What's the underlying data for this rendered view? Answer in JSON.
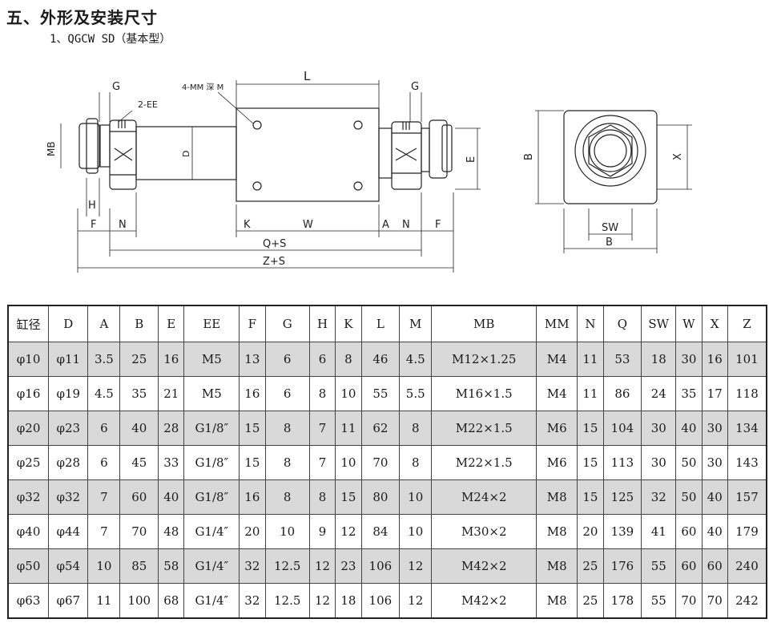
{
  "page": {
    "title": "五、外形及安装尺寸",
    "subtitle": "1、QGCW   SD（基本型）"
  },
  "drawing": {
    "labels": {
      "G_left": "G",
      "EE": "2-EE",
      "mm_depth": "4-MM 深 M",
      "L": "L",
      "G_right": "G",
      "MB": "MB",
      "D": "D",
      "E": "E",
      "H": "H",
      "F_left": "F",
      "N_left": "N",
      "K": "K",
      "W": "W",
      "A": "A",
      "N_right": "N",
      "F_right": "F",
      "QS": "Q+S",
      "ZS": "Z+S",
      "B_side": "B",
      "X": "X",
      "SW": "SW",
      "B_bottom": "B"
    }
  },
  "table": {
    "headers": [
      "缸径",
      "D",
      "A",
      "B",
      "E",
      "EE",
      "F",
      "G",
      "H",
      "K",
      "L",
      "M",
      "MB",
      "MM",
      "N",
      "Q",
      "SW",
      "W",
      "X",
      "Z"
    ],
    "rows": [
      [
        "φ10",
        "φ11",
        "3.5",
        "25",
        "16",
        "M5",
        "13",
        "6",
        "6",
        "8",
        "46",
        "4.5",
        "M12×1.25",
        "M4",
        "11",
        "53",
        "18",
        "30",
        "16",
        "101"
      ],
      [
        "φ16",
        "φ19",
        "4.5",
        "35",
        "21",
        "M5",
        "16",
        "6",
        "8",
        "10",
        "55",
        "5.5",
        "M16×1.5",
        "M4",
        "11",
        "86",
        "24",
        "35",
        "17",
        "118"
      ],
      [
        "φ20",
        "φ23",
        "6",
        "40",
        "28",
        "G1/8″",
        "15",
        "8",
        "7",
        "11",
        "62",
        "8",
        "M22×1.5",
        "M6",
        "15",
        "104",
        "30",
        "40",
        "30",
        "134"
      ],
      [
        "φ25",
        "φ28",
        "6",
        "45",
        "33",
        "G1/8″",
        "15",
        "8",
        "7",
        "10",
        "70",
        "8",
        "M22×1.5",
        "M6",
        "15",
        "113",
        "30",
        "50",
        "30",
        "143"
      ],
      [
        "φ32",
        "φ32",
        "7",
        "60",
        "40",
        "G1/8″",
        "16",
        "8",
        "8",
        "15",
        "80",
        "10",
        "M24×2",
        "M8",
        "15",
        "125",
        "32",
        "50",
        "40",
        "157"
      ],
      [
        "φ40",
        "φ44",
        "7",
        "70",
        "48",
        "G1/4″",
        "20",
        "10",
        "9",
        "12",
        "84",
        "10",
        "M30×2",
        "M8",
        "20",
        "139",
        "41",
        "60",
        "40",
        "179"
      ],
      [
        "φ50",
        "φ54",
        "10",
        "85",
        "58",
        "G1/4″",
        "32",
        "12.5",
        "12",
        "23",
        "106",
        "12",
        "M42×2",
        "M8",
        "25",
        "176",
        "55",
        "60",
        "60",
        "240"
      ],
      [
        "φ63",
        "φ67",
        "11",
        "100",
        "68",
        "G1/4″",
        "32",
        "12.5",
        "12",
        "18",
        "106",
        "12",
        "M42×2",
        "M8",
        "25",
        "178",
        "55",
        "70",
        "70",
        "242"
      ]
    ]
  }
}
